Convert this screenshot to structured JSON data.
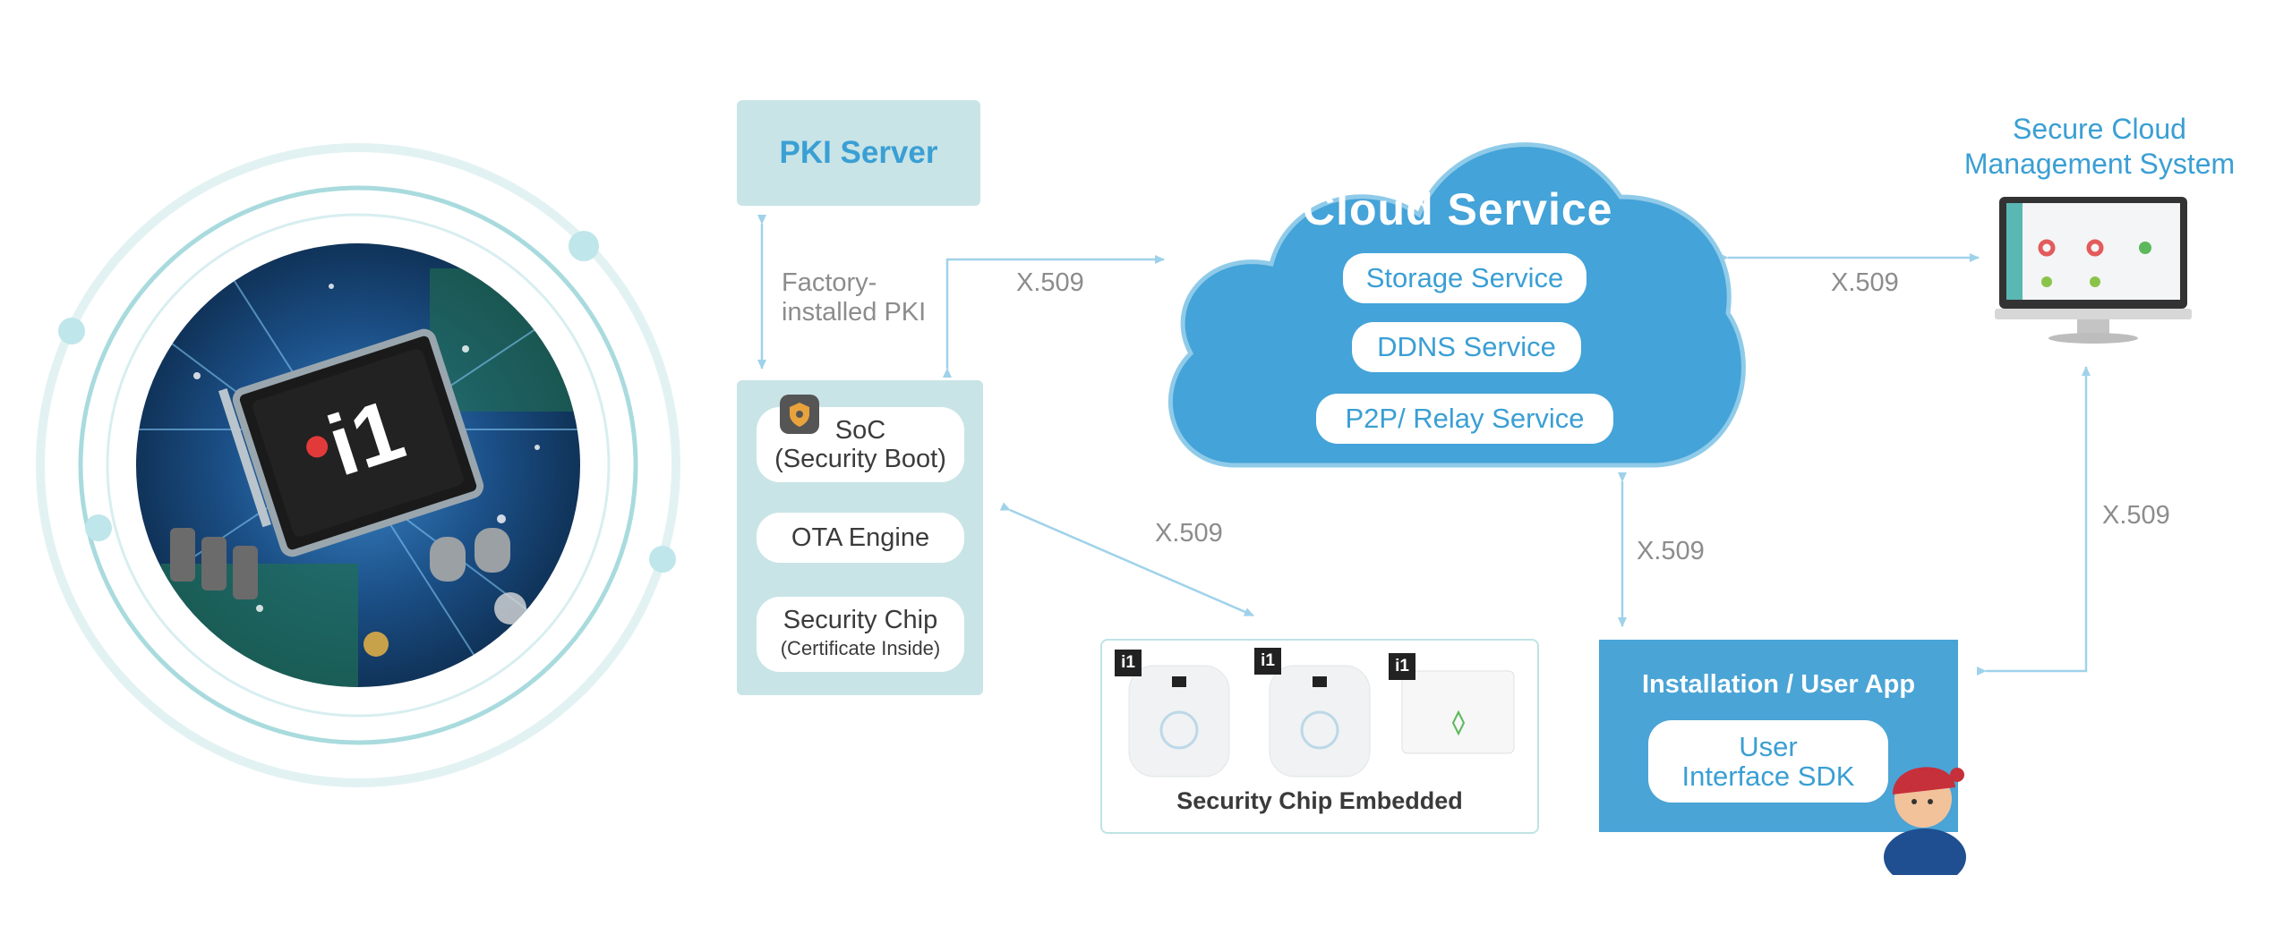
{
  "pki_server": {
    "label": "PKI Server"
  },
  "factory_label": {
    "line1": "Factory-",
    "line2": "installed PKI"
  },
  "device": {
    "soc": {
      "line1": "SoC",
      "line2": "(Security Boot)"
    },
    "ota": "OTA  Engine",
    "security_chip": {
      "line1": "Security Chip",
      "line2": "(Certificate Inside)"
    }
  },
  "cloud": {
    "title": "Cloud Service",
    "services": [
      "Storage Service",
      "DDNS Service",
      "P2P/ Relay Service"
    ]
  },
  "management": {
    "line1": "Secure Cloud",
    "line2": "Management System"
  },
  "app": {
    "title": "Installation / User App",
    "sdk_line1": "User",
    "sdk_line2": "Interface  SDK"
  },
  "chip_embedded": {
    "caption": "Security Chip Embedded",
    "badge": "i1"
  },
  "chip_logo": "i1",
  "links": {
    "pki_to_cloud": "X.509",
    "cloud_to_mgmt": "X.509",
    "device_to_chips": "X.509",
    "cloud_to_app": "X.509",
    "app_to_mgmt": "X.509"
  },
  "colors": {
    "accent_blue": "#3a9fd4",
    "panel_teal": "#c9e4e6",
    "cloud_blue": "#44a3d8",
    "line": "#9fd2ea"
  }
}
